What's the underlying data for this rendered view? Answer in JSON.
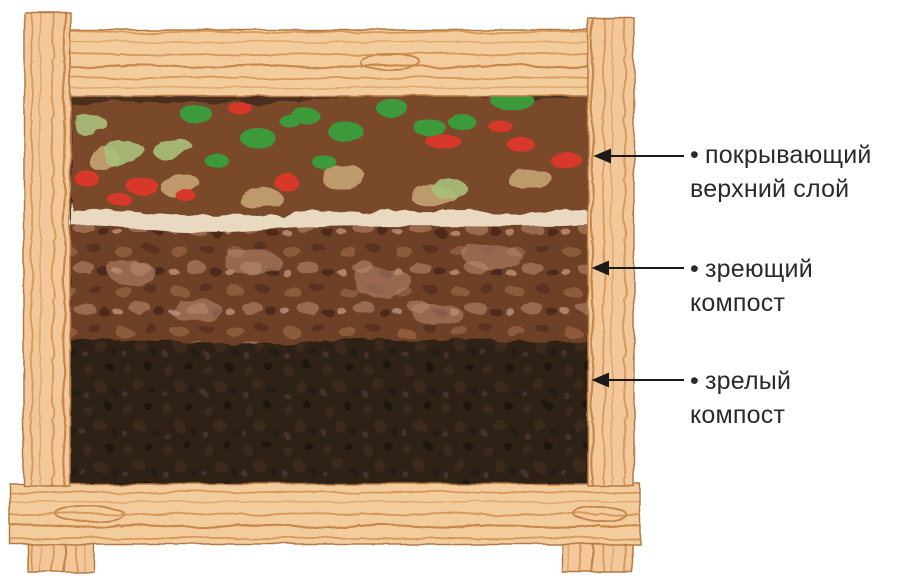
{
  "layers": [
    {
      "id": "top",
      "line1": "покрывающий",
      "line2": "верхний слой"
    },
    {
      "id": "middle",
      "line1": "зреющий",
      "line2": "компост"
    },
    {
      "id": "bottom",
      "line1": "зрелый",
      "line2": "компост"
    }
  ],
  "bullet": "•",
  "colors": {
    "wood_light": "#f2c89a",
    "wood_grain": "#c98748",
    "top_layer": "#7a4a2a",
    "middle_layer": "#6e3f26",
    "bottom_layer": "#2e2118",
    "leaf_green": "#3d9a3a",
    "leaf_red": "#d8382a",
    "label_text": "#2a2a2a"
  }
}
